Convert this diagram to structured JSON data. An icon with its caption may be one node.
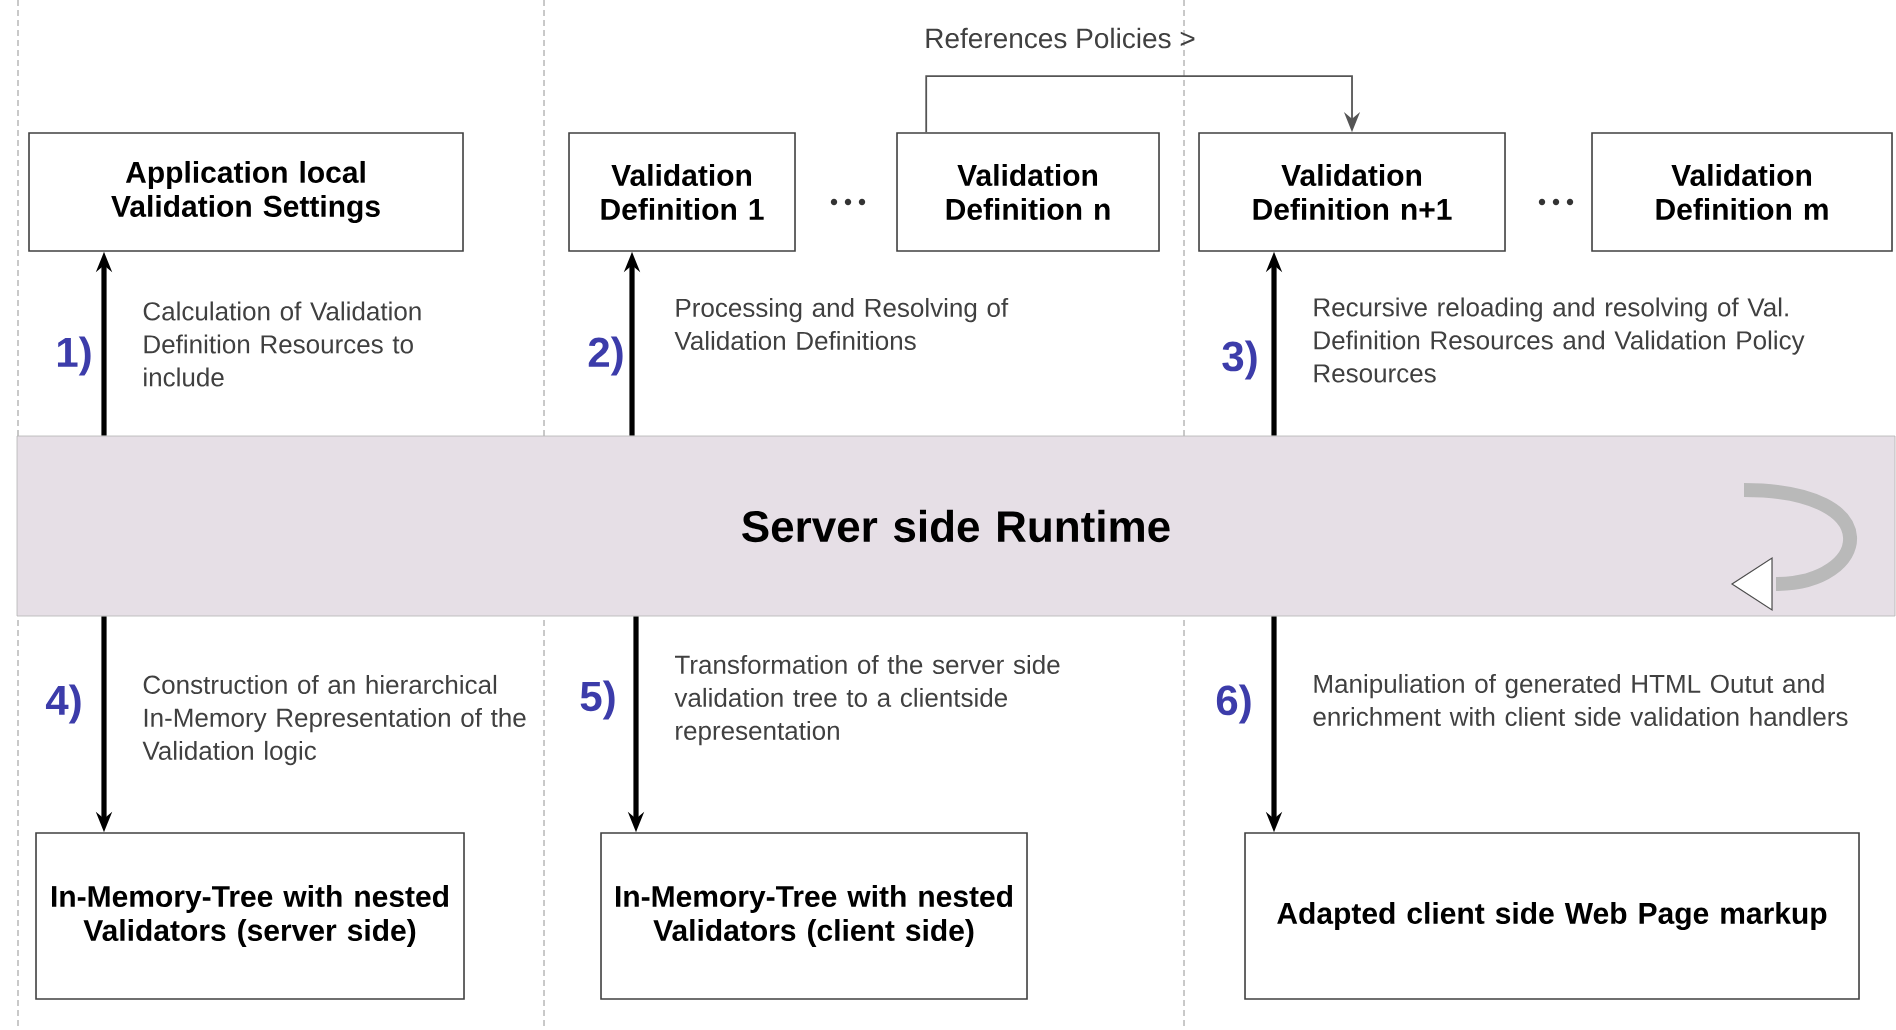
{
  "diagram": {
    "nodes": [
      {
        "text": [
          "Server side Runtime"
        ]
      },
      {
        "text": [
          "Application local Validation Settings"
        ]
      },
      {
        "text": [
          "Validation Definition 1"
        ]
      },
      {
        "text": [
          "Validation Definition n"
        ]
      },
      {
        "text": [
          "Validation Definition n+1"
        ]
      },
      {
        "text": [
          "Validation Definition m"
        ]
      },
      {
        "text": [
          "In-Memory-Tree with nested Validators (server side)"
        ]
      },
      {
        "text": [
          "In-Memory-Tree with nested Validators (client side)"
        ]
      },
      {
        "text": [
          "Adapted client side Web Page markup"
        ]
      }
    ],
    "edges": [
      {
        "from": 0,
        "to": 1,
        "arrow": "to",
        "label": "Calculation of Validation Definition Resources to include"
      },
      {
        "from": 0,
        "to": 2,
        "arrow": "to",
        "label": "Processing and Resolving of Validation Definitions"
      },
      {
        "from": 3,
        "to": 4,
        "arrow": "to",
        "color": "#555555",
        "label": "References Policies >"
      },
      {
        "from": 0,
        "to": 4,
        "arrow": "to",
        "label": "Recursive reloading and resolving of Val. Definition Resources and Validation Policy Resources"
      },
      {
        "from": 0,
        "to": 6,
        "arrow": "to",
        "label": "Construction of an hierarchical In-Memory Representation of the Validation logic"
      },
      {
        "from": 0,
        "to": 7,
        "arrow": "to",
        "label": "Transformation of the server side validation tree to a clientside representation"
      },
      {
        "from": 0,
        "to": 8,
        "arrow": "to",
        "label": "Manipuliation of generated HTML Outut and enrichment with client side validation handlers"
      }
    ],
    "labels": [
      "1)",
      "2)",
      "3)",
      "4)",
      "5)",
      "6)"
    ]
  }
}
